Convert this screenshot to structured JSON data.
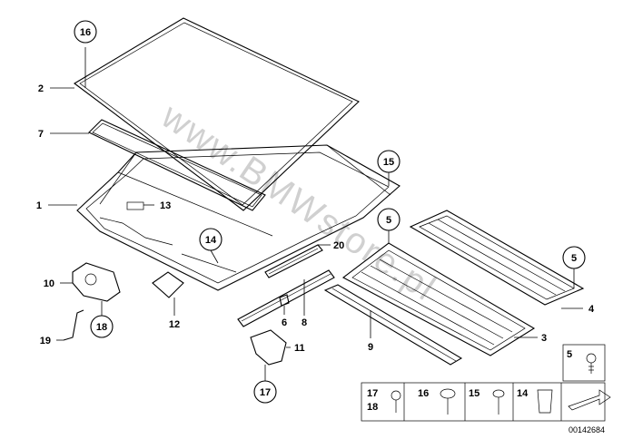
{
  "watermark": "www.BMWstore.pl",
  "callouts": {
    "c1": "1",
    "c2": "2",
    "c3": "3",
    "c4": "4",
    "c5a": "5",
    "c5b": "5",
    "c6": "6",
    "c7": "7",
    "c8": "8",
    "c9": "9",
    "c10": "10",
    "c11": "11",
    "c12": "12",
    "c13": "13",
    "c14": "14",
    "c15": "15",
    "c16": "16",
    "c17": "17",
    "c18": "18",
    "c19": "19",
    "c20": "20"
  },
  "legend": {
    "item_5": "5",
    "item_17": "17",
    "item_18": "18",
    "item_16": "16",
    "item_15": "15",
    "item_14": "14"
  },
  "diagram_id": "00142684"
}
